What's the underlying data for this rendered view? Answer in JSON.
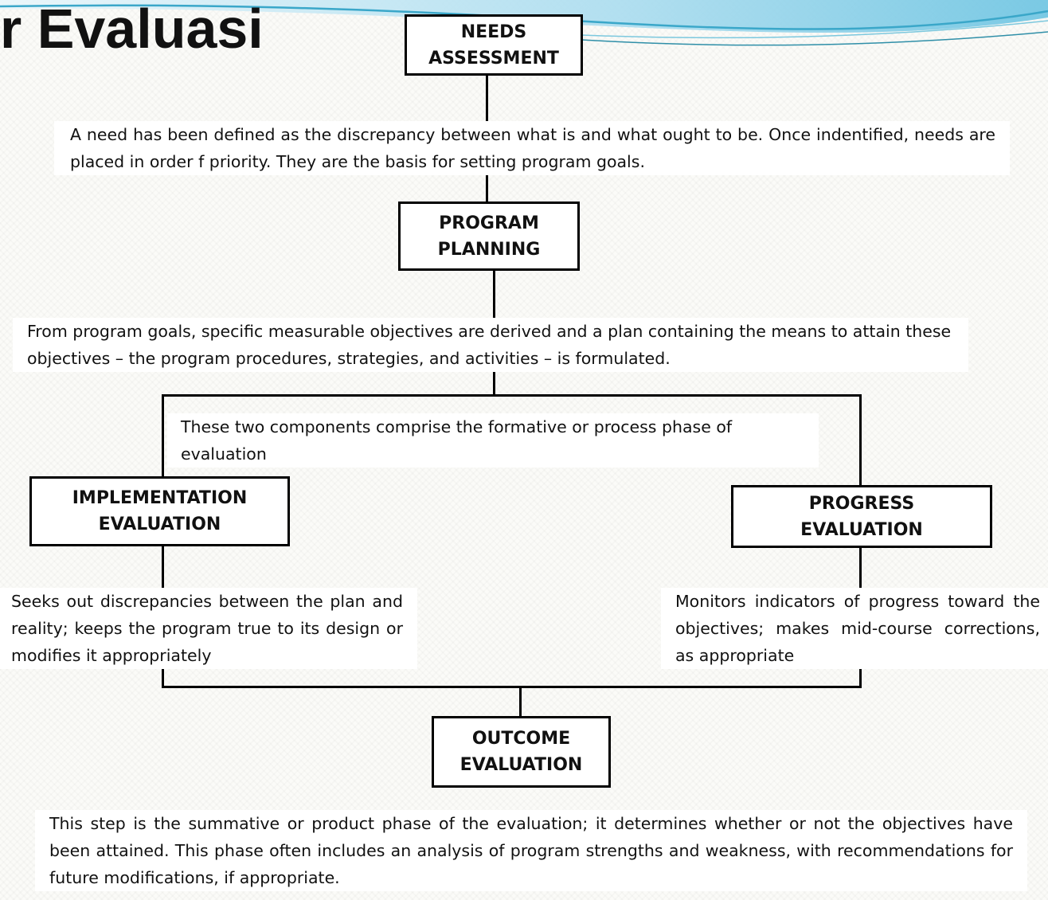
{
  "header": {
    "title": "r Evaluasi",
    "accent_color": "#3aa7c9"
  },
  "nodes": {
    "needs_assessment": "NEEDS\nASSESSMENT",
    "program_planning": "PROGRAM\nPLANNING",
    "implementation_evaluation": "IMPLEMENTATION\nEVALUATION",
    "progress_evaluation": "PROGRESS\nEVALUATION",
    "outcome_evaluation": "OUTCOME\nEVALUATION"
  },
  "descriptions": {
    "needs": "A need has been defined as the discrepancy between what is and what ought to be. Once indentified, needs are placed in order f priority. They are the basis for setting program goals.",
    "planning": "From program goals, specific measurable objectives are derived and a plan containing the means to attain these objectives – the program procedures, strategies, and activities – is formulated.",
    "formative": "These two components comprise the formative or process phase of evaluation",
    "implementation": "Seeks out discrepancies between the plan and reality; keeps the program true to its design or modifies it appropriately",
    "progress": "Monitors indicators of progress toward the objectives; makes mid-course corrections, as appropriate",
    "outcome": "This step is the summative or product phase of the evaluation; it determines whether or not the objectives have been attained. This phase often includes an analysis of program strengths and weakness, with recommendations for future modifications, if appropriate."
  }
}
